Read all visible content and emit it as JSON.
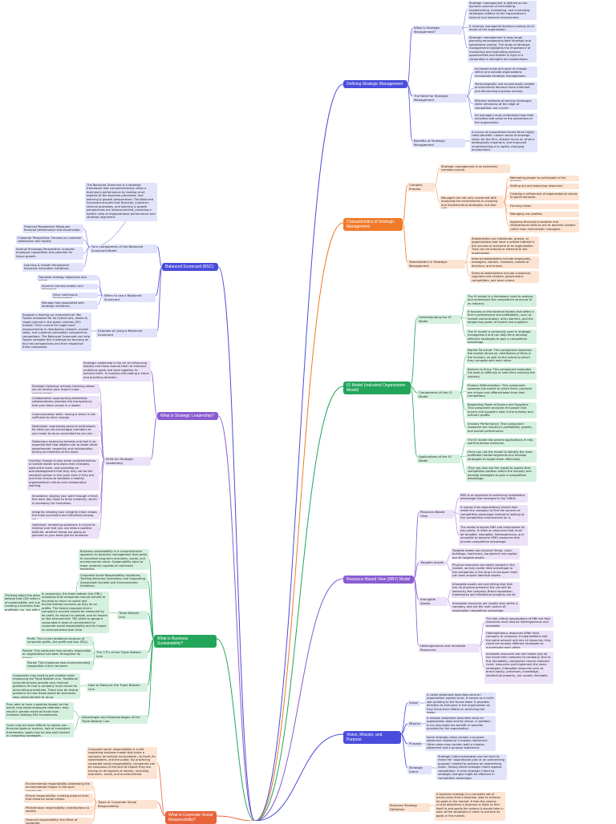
{
  "colors": {
    "blue": "#4a4ddb",
    "orange": "#f07a2a",
    "green": "#23a55a",
    "purple": "#8a5cd1",
    "red": "#e8633b"
  },
  "branches": {
    "defining": "Defining Strategic Management",
    "characteristics": "Characteristics of Strategic Management",
    "io": "IO Model (Industrial Organization Model)",
    "rbv": "Resource-Based View (RBV) Model",
    "vision": "Vision, Mission, and Purpose",
    "bsc": "Balanced Scorecard (BSC)",
    "leadership": "What is Strategic Leadership?",
    "sustainability": "What is Business Sustainability?",
    "csr": "What is Corporate Social Responsibility?"
  },
  "subs": {
    "what_is_sm": "What is Strategic Management?",
    "need_for_sm": "The Need for Strategic Management",
    "benefits": "Benefits of Strategic Management",
    "complex": "Complex Process",
    "stakeholders": "Stakeholders in Strategic Management",
    "understanding_io": "Understanding the IO Model",
    "components_io": "Components of the IO Model",
    "applications_io": "Applications of the IO Model",
    "resource_based_view": "Resource-Based View",
    "tangible": "Tangible Assets",
    "intangible": "Intangible Assets",
    "heterogeneous": "Heterogeneous and Immobile Resources",
    "vision": "Vision",
    "mission": "Mission",
    "purpose": "Purpose",
    "strategic_intent": "Strategic Intent",
    "bsc_components": "Four components of the Balanced Scorecard Model",
    "bsc_when": "When to use a Balanced Scorecard",
    "bsc_example": "Example of using a Balanced Scorecard",
    "skills": "Skills for Strategic Leadership",
    "triple_bottom_line": "Triple Bottom Line",
    "three_ps": "The 3 P's of the Triple Bottom Line",
    "measure": "How to Measure the Triple Bottom Line",
    "adv_disadv": "Advantages and Disadvantages of the Triple Bottom Line",
    "types_csr": "Types of Corporate Social Responsibility",
    "business_def": "Business Strategy Definition"
  },
  "notes": {
    "sm_def1": "Strategic management is defined as the dynamic process of formulating, implementing, evaluating, and controlling strategies relative to the organization's internal and external environment.",
    "sm_def2": "It involves managerial decision-making at all levels of the organization.",
    "sm_def3": "Strategic management is long-range planning encompassing both strategic and operational control. The study of strategic management highlights the importance of monitoring and evaluating external opportunities and threats in light of a corporation's strengths and weaknesses.",
    "need1": "Increased scale and pace of change within and outside organizations necessitate strategic management.",
    "need2": "Technologically and economically volatile environments demand more informed and demanding business activity.",
    "need3": "Efficient methods of solving challenges while remaining at the edge of competition are crucial.",
    "need4": "All managers must understand how their activities add value to the operations of the organization.",
    "benefit1": "A survey of corporations found three highly rated benefits: clearer sense of strategic vision for the firm, sharper focus on what is strategically important, and improved understanding of a rapidly changing environment.",
    "cp_main": "Strategic management is an extremely complex pursuit.",
    "cp_main2": "Managers are not only concerned with analyzing the environment or choosing and implementing strategies, but also with:",
    "cp1": "Motivating people to participate in the process.",
    "cp2": "Setting out and balancing resources.",
    "cp3": "Creating a refinement of organizational values to guide behavior.",
    "cp4": "Forming vision.",
    "cp5": "Managing risk profiles.",
    "cp6": "Applying financial innovation and interpersonal skills to act as dynamic leaders rather than mechanistic managers.",
    "sh1": "Stakeholders are individuals, groups, or organizations that have a vested interest in the success or outcome of an organization. They can be internal or external to the organization.",
    "sh2": "Internal stakeholders include employees, managers, owners, investors, boards of directors, and unions.",
    "sh3": "External stakeholders include customers, suppliers and vendors, government, competitors, and local unions.",
    "io_u1": "The IO model is a framework used to analyze and understand the competitive structure of an industry.",
    "io_u2": "It focuses on the external factors that affect a firm's performance and profitability, such as market concentration, entry barriers, and the bargaining power of buyers and suppliers.",
    "io_u3": "The IO model is commonly used in strategic management and can help firms develop effective strategies to gain a competitive advantage.",
    "io_c1": "Market Structure: This component examines the market structure, distribution of firms in the industry, as well as the extent to which they compete with each other.",
    "io_c2": "Barriers to Entry: This component evaluates the ease or difficulty of new firms entering the industry.",
    "io_c3": "Product Differentiation: This component assesses the extent to which firms' products are unique and differentiated from their competitors.",
    "io_c4": "Bargaining Power of Buyers and Suppliers: This component analyzes the power that buyers and suppliers hold in the industry and industry profits.",
    "io_c5": "Industry Performance: This component measures the industry's profitability, growth, and overall performance.",
    "io_a1": "The IO model has several applications in real-world business scenarios.",
    "io_a2": "Firms can use the model to identify the most profitable market segments and develop strategies to target them effectively.",
    "io_a3": "They can also use the model to assess their competitive position within the industry and develop strategies to gain a competitive advantage.",
    "rbv1": "RBV is an approach to achieving competitive advantage that emerged in the 1980s.",
    "rbv2": "It argues that organizations should look inside the company to find the sources of competitive advantage instead of looking at the competitive environment for it.",
    "rbv3": "The model analyzes RBV and emphasizes its key points. It relies on resources that must be tangible, intangible, heterogeneous, and immobile to become VRIO resources that provide competitive advantage.",
    "tang1": "Tangible assets are physical things. Land, buildings, machinery, equipment and capital are all tangible assets.",
    "tang2": "Physical resources can easily bought in the market, so they confer little advantage to the companies in the long run because rivals can soon acquire identical assets.",
    "intang1": "Intangible assets are everything else that has no physical presence but can still be owned by the company. Brand reputation, trademarks and intellectual property are all intangible assets.",
    "intang2": "Intangible resources are usually stay within a company and are the main source of sustainable competitive advantage.",
    "het1": "The two critical assumptions of RBV are that resources must also be heterogeneous and immobile.",
    "het2": "Heterogeneous resources differ from company to company. If organizations had the same amount and mix of resources, they could not employ different strategies to outcompete each other.",
    "het3": "Immobile resources are not mobile and do not move from company to company. Due to this immobility, companies cannot replicate rivals' resources and implement the same strategies. Intangible resources such as brand equity, processes, knowledge, intellectual property, are usually immobile.",
    "vision1": "A vision statement describes what an organization aspires to be. It serves as a north star pointing to the future state. It provides direction to everyone in the organization as they focus their efforts on achieving the vision.",
    "mission1": "A mission statement describes what an organization does and for whom. In addition, it can also state the benefit or benefits provided by the organization.",
    "purpose1": "Some strategic plans contain a purpose statement instead of a mission statement. Other plans may contain both a mission statement and a purpose statement.",
    "intent1": "Strategic Intent advocates use the term to mean the \"aspirational plan or an overarching purpose\" needed to achieve an overarching vision. Strong Intent strategic intent against competitors. A clear strategic intent by strategic changes might be effective in competitive advantage.",
    "bsc_def": "The Balanced Scorecard is a strategic framework that comprehensively views a business's performance by looking at all aspects of the business processes, and learning & growth perspectives. The Balanced Scorecard ensures that financial, customer, internal processes, and learning & growth perspectives are interconnected, providing a holistic view of organizational performance and strategic alignment.",
    "bsc_c1": "Financial Perspective: Measures financial performance and shareholder value.",
    "bsc_c2": "Customer Perspective: Focuses on customer satisfaction and loyalty.",
    "bsc_c3": "Internal Processes Perspective: Analyzes employee capabilities and potential for future growth.",
    "bsc_c4": "Learning & Growth Perspective: Improves innovation initiatives.",
    "bsc_w1": "Translate strategy objectives into action.",
    "bsc_w2": "Improve communication and alignment.",
    "bsc_w3": "Drive continuous improvement.",
    "bsc_w4": "Manage risks associated with strategic initiatives.",
    "bsc_e1": "Suppose a leading car manufacturer like Toyota renowned for its hybrid cars, wants to regain ground in the green vehicles (EV) market. Their current EV might want improvements in distribution network, overall sales, and customer perception compared to competitors. The Balanced Scorecard can help Toyota navigate this challenge by focusing on four key perspectives and their respective three companies.",
    "sl_def": "Strategic leadership is the art of influencing leaders and those around them to embrace ambitious goals and work together to achieve them. It involves articulating a vision and providing direction.",
    "sl1": "Strategic listening: actively listening allows you to receive your team's input constructively.",
    "sl2": "Collaboration: approaching leadership collaboratively provides the transparency that your team values in a leader.",
    "sl3": "Communication skills: having a vision is not sufficient to drive change.",
    "sl4": "Dedication: expressing genuine enthusiasm for what you do encourages members of your team to be as committed as you are.",
    "sl5": "Diplomacy: balancing honesty and tact is an essential skill that leaders use to foster other departments' respectful and collaboration during all members of the team.",
    "sl6": "Humility: though it may seem counterintuitive, a humble leader who owns their mistakes, seeing the room, and providing an acknowledgement that they may not be the smartest person in the room even if they are, and then checks to facilitate a healthy organizational culture and collaborative working.",
    "sl7": "Innovation: staying your path through a fresh fine each day helps to drive creativity, which is necessary for innovation.",
    "sl8": "Integrity: keeping your integrity intact shows the most successful and influential among you.",
    "sl9": "Optimism: remaining optimistic is crucial to making sure that you can keep a positive attitude, whether things are going as planned or your team got for whatever reason.",
    "bs_def": "Business sustainability is a comprehensive approach to business management that seeks to maximize long-term economic, social, and environmental value. Sustainability aims to lower systemic capitals of continued existence.",
    "bs_csr": "Corporate Social Responsibility initiatives, Tackling Business Operations and Supporting Sustainable Societal and Environmental Initiatives.",
    "bs_think": "Thinking about the above definitions, you'd believe that CSR refers to the social aspects of sustainability and sustainability refers to creating a business that can be ethically and profitably run, but with all the regards of others.",
    "tbl1": "In economics, the triple bottom line (TBL) maintains that companies should commit to focusing as much on social and environmental concerns as they do on profits. The theory proposes that a company's success should be measured by its profit, its impact on people, and its impact on the environment. TBL seeks to gauge a corporation's level of commitment to corporate social responsibility and its impact on environmental over time.",
    "p1": "Profit: This is the traditional measure of corporate profit—the profit and loss (P&L).",
    "p2": "People: This measures how socially responsible an organization has been throughout its history.",
    "p3": "Planet: This measures how environmentally responsible a firm has been.",
    "m1": "Companies may need to get creative when measuring the Triple Bottom Line. Traditional accounting tools provide very minimal guidance on how a company must record its accounting procedures. There may be strong guidance on how those would be extremely easy measurement to do so.",
    "ad1": "Pros: able to have a positive impact on the world, may boost employee retention, may result in greater external funds from investors seeking ESG investments.",
    "ad2": "Cons: may be more difficult to assess non-financial goals or metrics, lack of consistent frameworks, goals may be less well tracked in competing strategies.",
    "csr_def": "Corporate social responsibility is a self-regulating business model that helps a company be socially accountable—to itself, its stakeholders, and the public. By practicing corporate social responsibility, companies can be conscious of the kind of impact they are having on all aspects of society, including economic, social, and environmental.",
    "csr1": "Environmental responsibility: addressing the environmental impact in the local community.",
    "csr2": "Ethical responsibility: creating product lines that enhance social values.",
    "csr3": "Philanthropic responsibility: contributions to society.",
    "csr4": "Financial responsibility: the effort of corporate",
    "bsd1": "A business strategy is a complete set of action plans that a business uses to achieve its goals in the market. It lists the various crucial objectives a business is likely to find itself in and spells the actions it should take in each of the situations in order to achieve its goals in the market."
  }
}
